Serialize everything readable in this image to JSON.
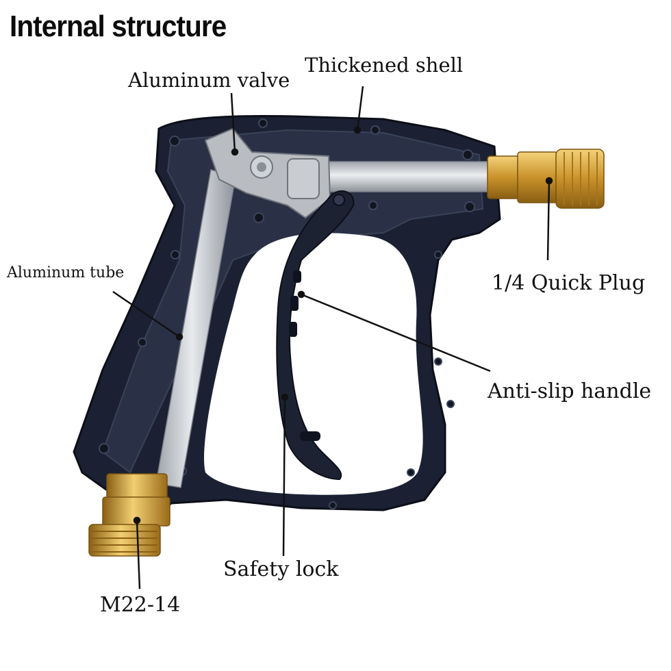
{
  "title": "Internal structure",
  "labels": {
    "aluminum_valve": "Aluminum valve",
    "thickened_shell": "Thickened shell",
    "aluminum_tube": "Aluminum tube",
    "quick_plug": "1/4 Quick Plug",
    "anti_slip_handle": "Anti-slip handle",
    "safety_lock": "Safety lock",
    "m22": "M22-14"
  },
  "colors": {
    "shell": "#1b2133",
    "shell_inner": "#2a3146",
    "metal": "#c4c7cc",
    "brass": "#d8a83c",
    "leader": "#111111"
  }
}
